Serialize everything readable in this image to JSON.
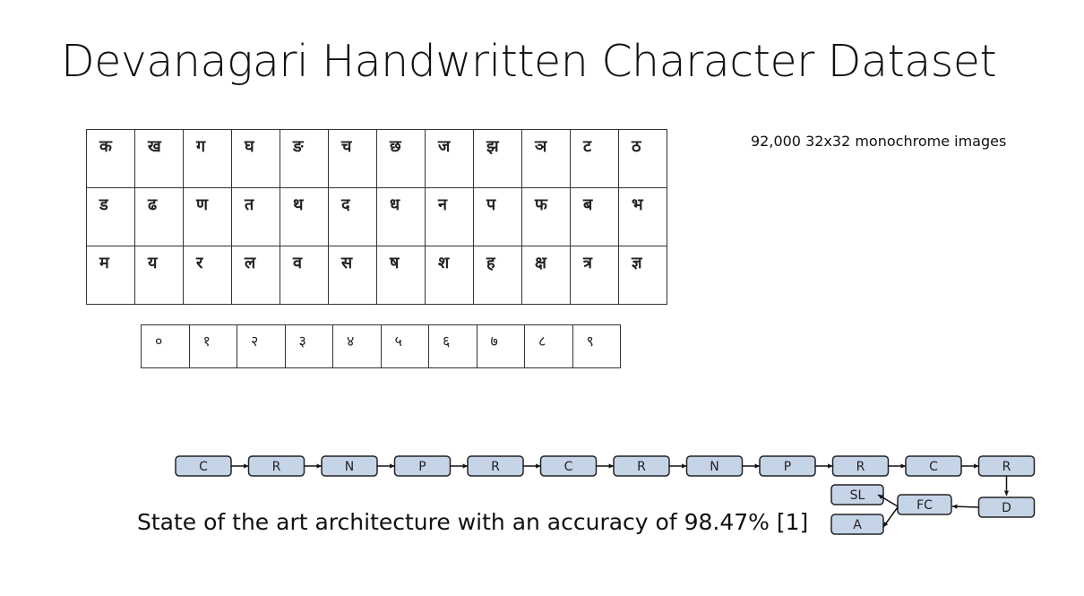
{
  "title": "Devanagari Handwritten Character Dataset",
  "note": "92,000 32x32 monochrome images",
  "letter_rows": [
    [
      "क",
      "ख",
      "ग",
      "घ",
      "ङ",
      "च",
      "छ",
      "ज",
      "झ",
      "ञ",
      "ट",
      "ठ"
    ],
    [
      "ड",
      "ढ",
      "ण",
      "त",
      "थ",
      "द",
      "ध",
      "न",
      "प",
      "फ",
      "ब",
      "भ"
    ],
    [
      "म",
      "य",
      "र",
      "ल",
      "व",
      "स",
      "ष",
      "श",
      "ह",
      "क्ष",
      "त्र",
      "ज्ञ"
    ]
  ],
  "digits": [
    "०",
    "१",
    "२",
    "३",
    "४",
    "५",
    "६",
    "७",
    "८",
    "९"
  ],
  "caption": "State of the art architecture with an accuracy of 98.47% [1]",
  "architecture": {
    "chain": [
      "C",
      "R",
      "N",
      "P",
      "R",
      "C",
      "R",
      "N",
      "P",
      "R",
      "C",
      "R"
    ],
    "d": "D",
    "fc": "FC",
    "sl": "SL",
    "a": "A"
  }
}
